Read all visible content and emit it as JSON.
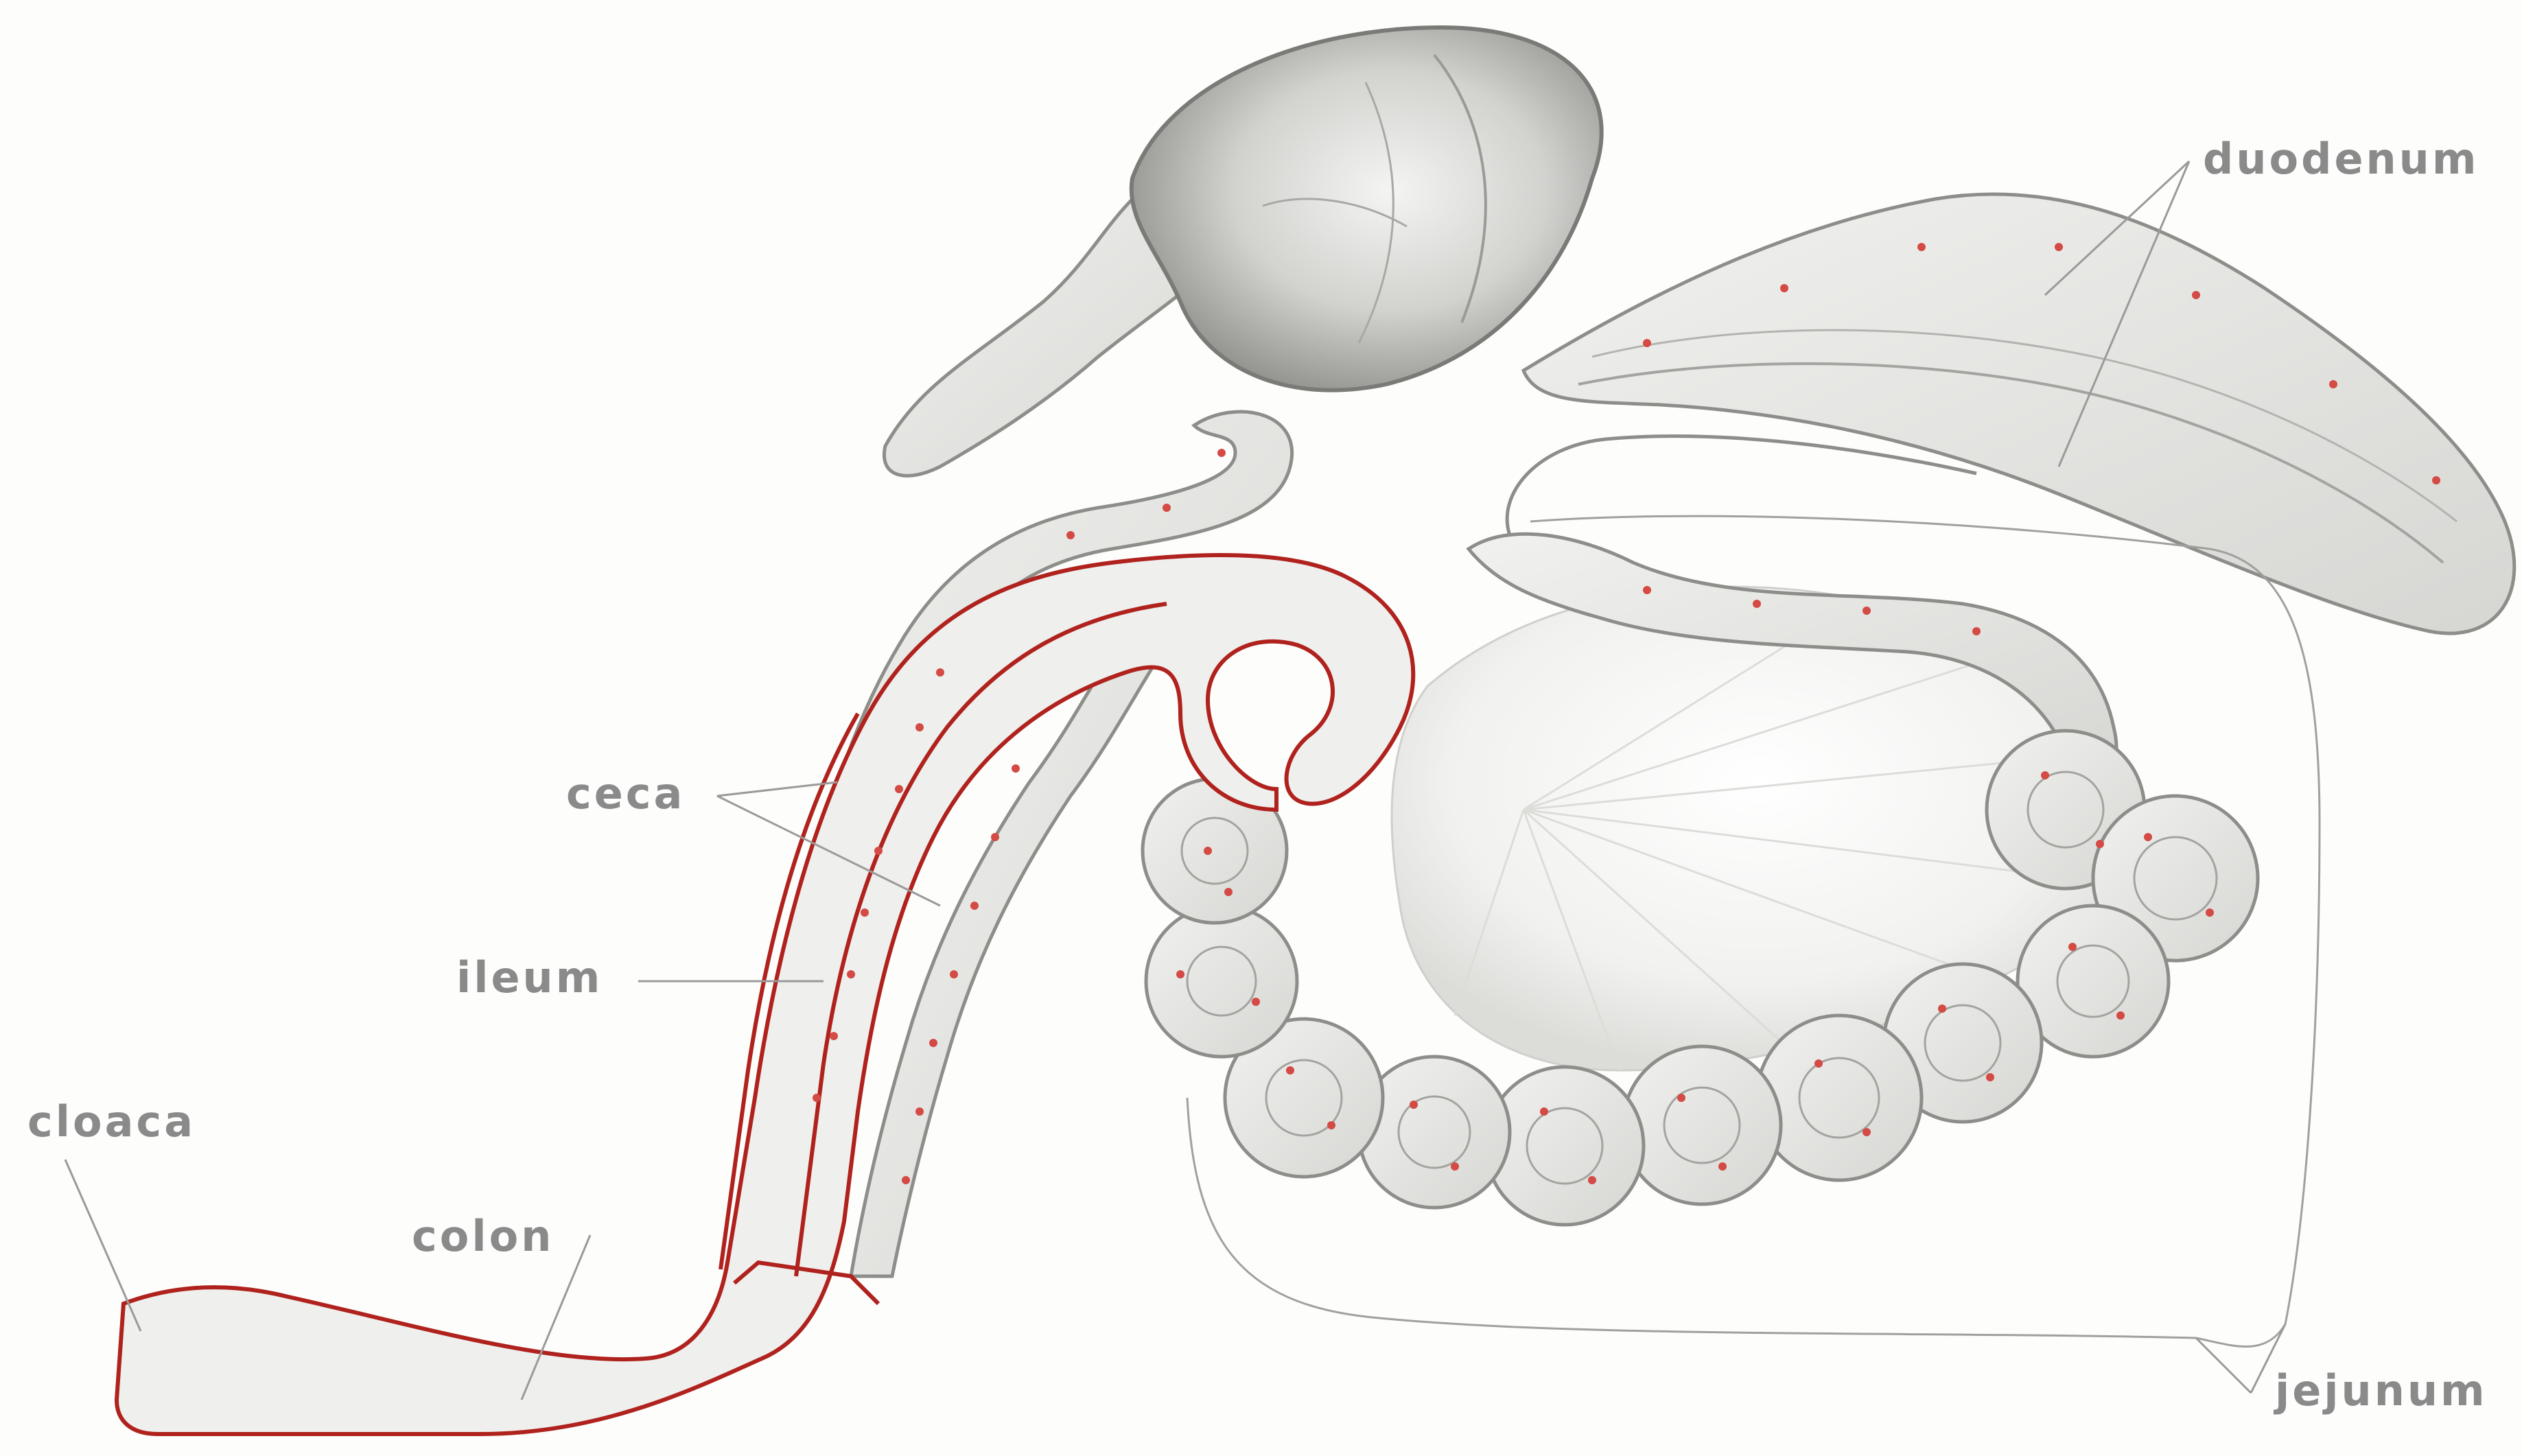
{
  "labels": {
    "duodenum": "duodenum",
    "ceca": "ceca",
    "ileum": "ileum",
    "cloaca": "cloaca",
    "colon": "colon",
    "jejunum": "jejunum"
  },
  "colors": {
    "organ_fill": "#ececea",
    "organ_shade": "#b9b9b6",
    "organ_outline": "#8d8d8a",
    "highlight_outline": "#b0221d",
    "speckle": "#d44a44",
    "leader_line": "#9a9a9a",
    "label_text": "#8a8a8a",
    "background": "#fdfdfc"
  }
}
